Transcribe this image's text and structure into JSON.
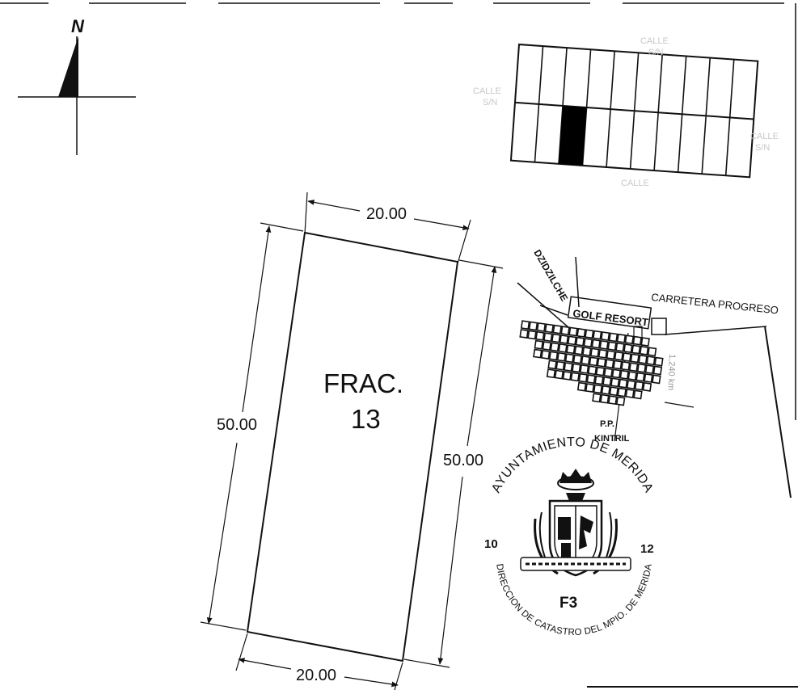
{
  "north_arrow": {
    "label": "N"
  },
  "parcel": {
    "title_line1": "FRAC.",
    "title_line2": "13",
    "dim_top": "20.00",
    "dim_bottom": "20.00",
    "dim_left": "50.00",
    "dim_right": "50.00"
  },
  "block_map": {
    "street_top": "CALLE",
    "street_top_sn": "S/N",
    "street_left": "CALLE",
    "street_left_sn": "S/N",
    "street_right": "CALLE",
    "street_right_sn": "S/N",
    "street_bottom": "CALLE",
    "rows": 2,
    "cols": 10,
    "highlight_row": 1,
    "highlight_col": 2,
    "highlight_color": "#000000"
  },
  "location_map": {
    "road_dzidzilche": "DZIDZILCHE",
    "golf_resort": "GOLF RESORT",
    "carretera": "CARRETERA PROGRESO",
    "distance": "1,240 km",
    "pp_line1": "P.P.",
    "pp_line2": "KINTRIL"
  },
  "seal": {
    "top_text": "AYUNTAMIENTO DE MERIDA",
    "bottom_text": "DIRECCION DE CATASTRO DEL MPIO. DE MERIDA",
    "left_number": "10",
    "right_number": "12",
    "code": "F3"
  }
}
